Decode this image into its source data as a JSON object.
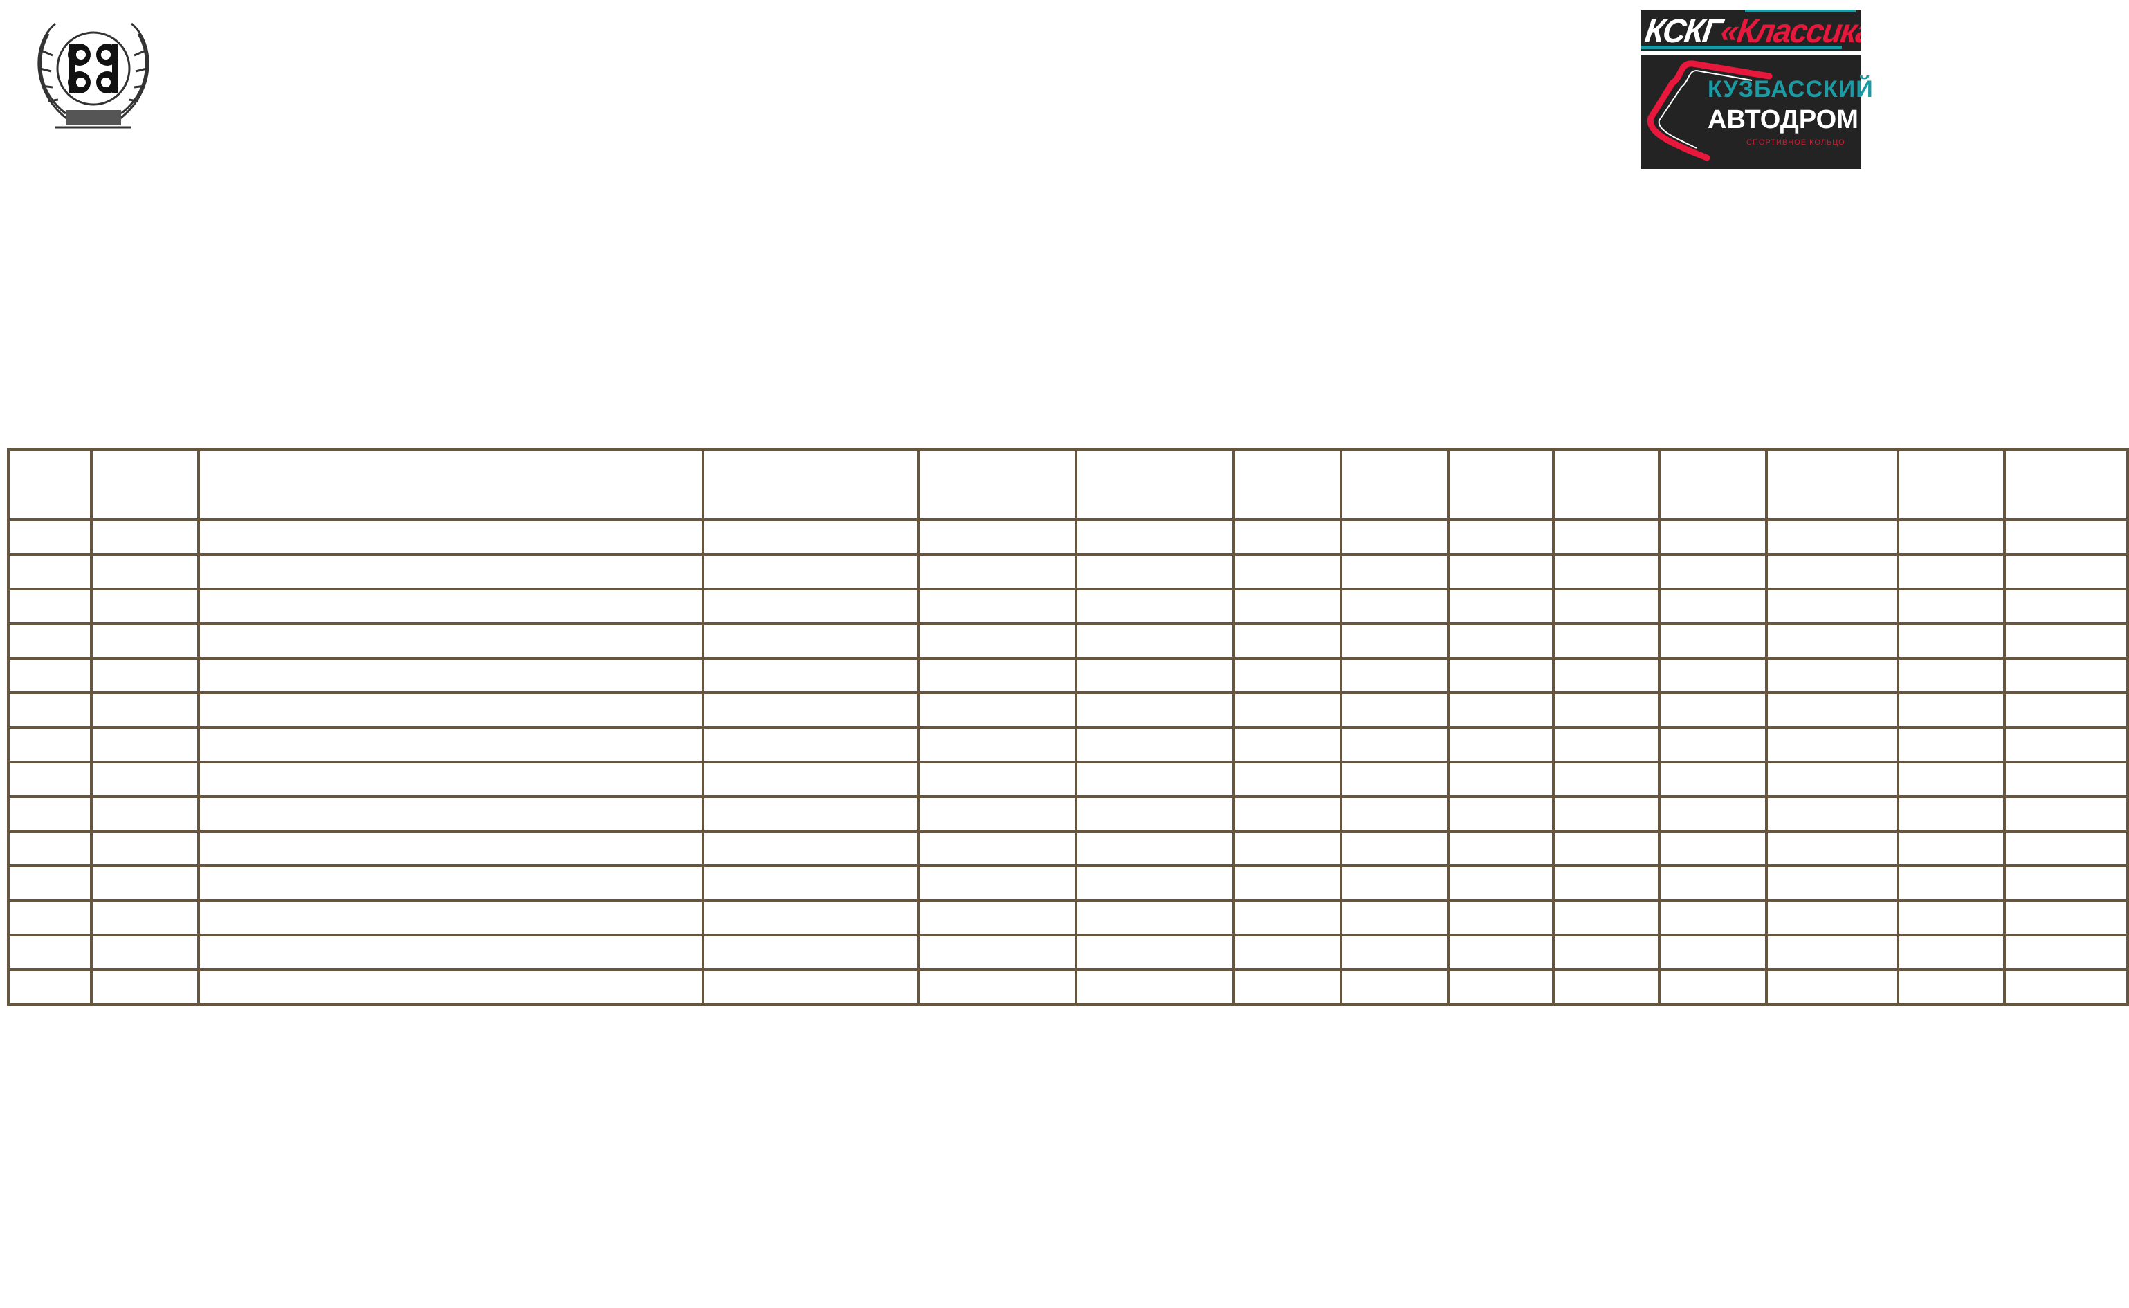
{
  "logos": {
    "left_emblem": "РАФ",
    "right_top": {
      "white": "КСКГ",
      "red": "«Классика»"
    },
    "right_bottom": {
      "line1": "КУЗБАССКИЙ",
      "line2": "АВТОДРОМ",
      "line3": "СПОРТИВНОЕ КОЛЬЦО"
    }
  },
  "table": {
    "columns": 14,
    "rows": 14
  }
}
